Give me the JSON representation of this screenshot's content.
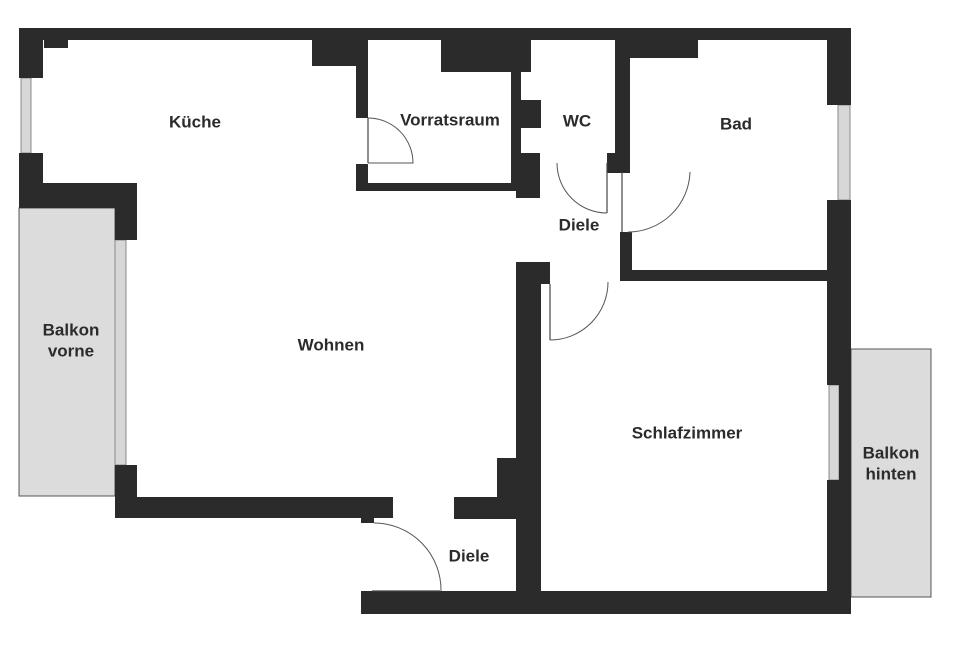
{
  "rooms": {
    "kueche": "Küche",
    "vorratsraum": "Vorratsraum",
    "wc": "WC",
    "bad": "Bad",
    "diele_upper": "Diele",
    "wohnen": "Wohnen",
    "schlafzimmer": "Schlafzimmer",
    "diele_lower": "Diele"
  },
  "balconies": {
    "front_line1": "Balkon",
    "front_line2": "vorne",
    "back_line1": "Balkon",
    "back_line2": "hinten"
  },
  "colors": {
    "wall": "#2b2b2b",
    "balcony": "#dcdcdc",
    "window": "#d7d7d7"
  }
}
